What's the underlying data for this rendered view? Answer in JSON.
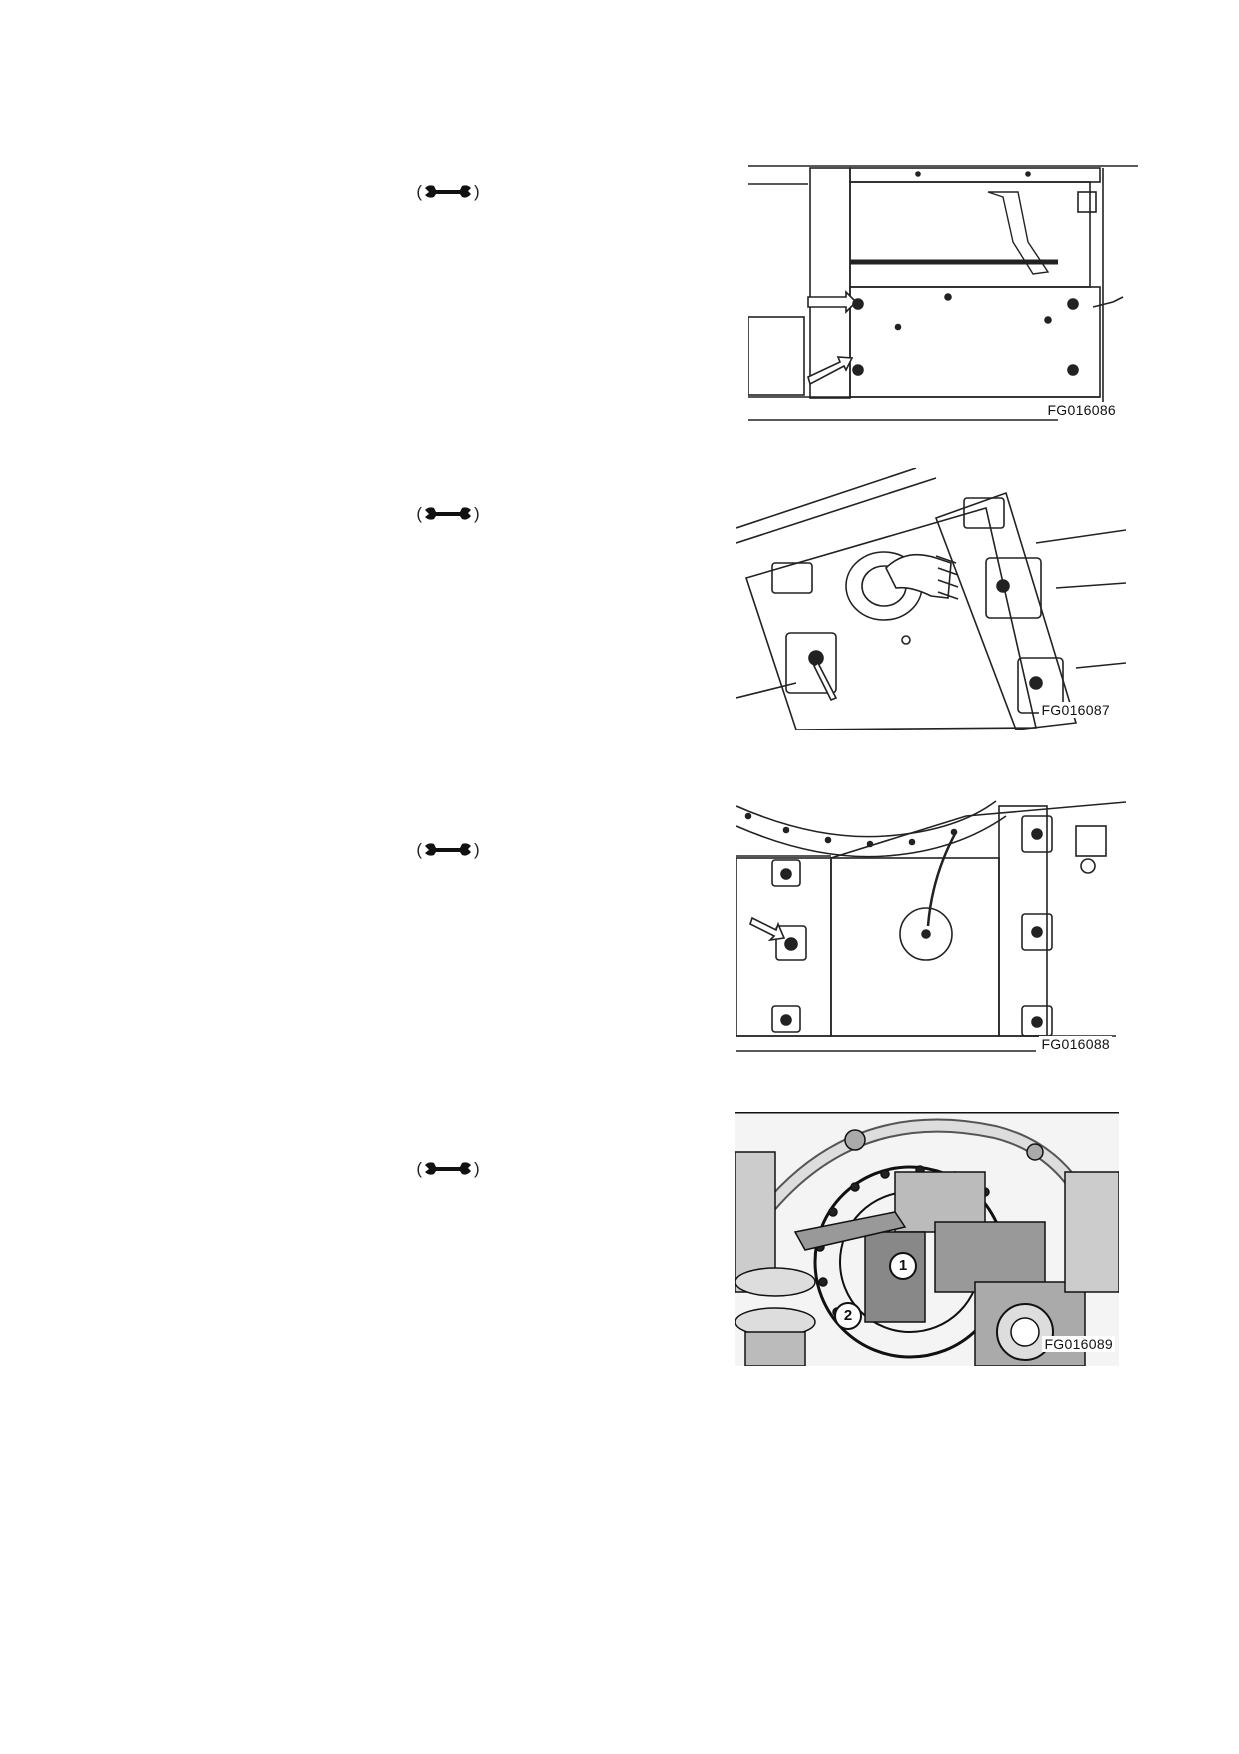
{
  "steps": [
    {
      "torque_open": "(",
      "torque_close": ")",
      "icon": "wrench-icon",
      "figure_id": "FG016086"
    },
    {
      "torque_open": "(",
      "torque_close": ")",
      "icon": "wrench-icon",
      "figure_id": "FG016087"
    },
    {
      "torque_open": "(",
      "torque_close": ")",
      "icon": "wrench-icon",
      "figure_id": "FG016088"
    },
    {
      "torque_open": "(",
      "torque_close": ")",
      "icon": "wrench-icon",
      "figure_id": "FG016089",
      "callouts": [
        "1",
        "2"
      ]
    }
  ]
}
